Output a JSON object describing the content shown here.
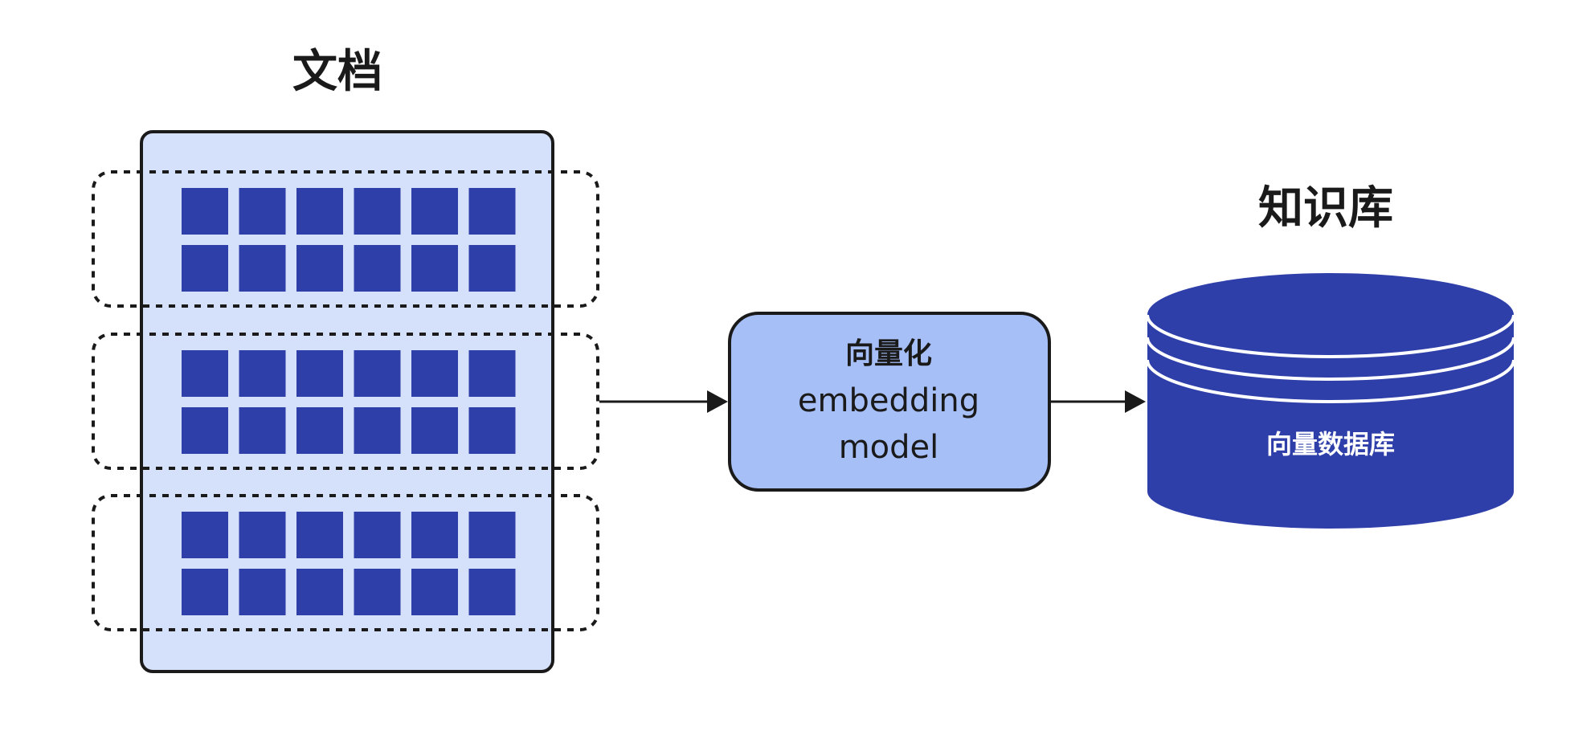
{
  "document": {
    "title": "文档",
    "chunk_count": 3,
    "rows_per_chunk": 2,
    "cells_per_row": 6
  },
  "model": {
    "line1": "向量化",
    "line2": "embedding",
    "line3": "model"
  },
  "knowledge_base": {
    "title": "知识库",
    "db_label": "向量数据库"
  },
  "colors": {
    "document_fill": "#d5e0fa",
    "cell_fill": "#2f3faa",
    "model_fill": "#a7bff7",
    "database_fill": "#2f3faa",
    "stroke": "#1a1a1a"
  }
}
